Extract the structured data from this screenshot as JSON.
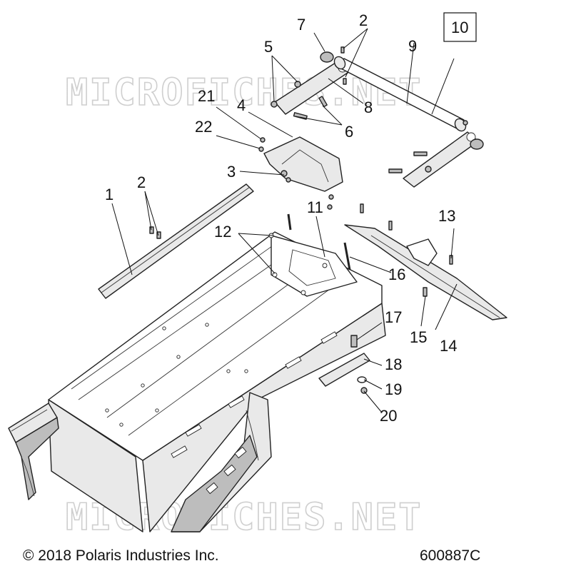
{
  "callouts": [
    {
      "id": "c1",
      "label": "1"
    },
    {
      "id": "c2a",
      "label": "2"
    },
    {
      "id": "c2b",
      "label": "2"
    },
    {
      "id": "c3",
      "label": "3"
    },
    {
      "id": "c4",
      "label": "4"
    },
    {
      "id": "c5",
      "label": "5"
    },
    {
      "id": "c6",
      "label": "6"
    },
    {
      "id": "c7",
      "label": "7"
    },
    {
      "id": "c8",
      "label": "8"
    },
    {
      "id": "c9",
      "label": "9"
    },
    {
      "id": "c10",
      "label": "10",
      "boxed": true
    },
    {
      "id": "c11",
      "label": "11"
    },
    {
      "id": "c12",
      "label": "12"
    },
    {
      "id": "c13",
      "label": "13"
    },
    {
      "id": "c14",
      "label": "14"
    },
    {
      "id": "c15",
      "label": "15"
    },
    {
      "id": "c16",
      "label": "16"
    },
    {
      "id": "c17",
      "label": "17"
    },
    {
      "id": "c18",
      "label": "18"
    },
    {
      "id": "c19",
      "label": "19"
    },
    {
      "id": "c20",
      "label": "20"
    },
    {
      "id": "c21",
      "label": "21"
    },
    {
      "id": "c22",
      "label": "22"
    }
  ],
  "watermark": "MICROFICHES.NET",
  "footer": {
    "copyright": "© 2018 Polaris Industries Inc.",
    "diagram_code": "600887C"
  }
}
